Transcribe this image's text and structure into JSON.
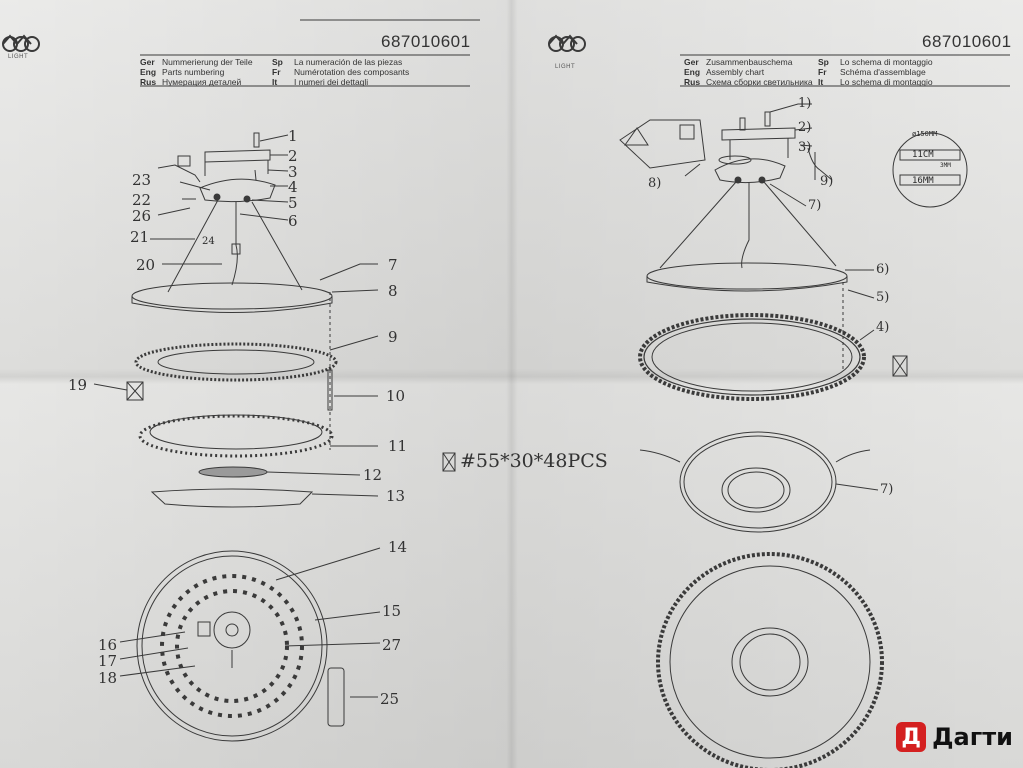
{
  "left_page": {
    "code": "687010601",
    "logo_sub": "LIGHT",
    "header": [
      {
        "lang": "Ger",
        "text": "Nummerierung der Teile"
      },
      {
        "lang": "Eng",
        "text": "Parts numbering"
      },
      {
        "lang": "Rus",
        "text": "Нумерация деталей"
      },
      {
        "lang": "Sp",
        "text": "La numeración de las piezas"
      },
      {
        "lang": "Fr",
        "text": "Numérotation des composants"
      },
      {
        "lang": "It",
        "text": "I numeri dei dettagli"
      }
    ],
    "labels": [
      "1",
      "2",
      "3",
      "4",
      "5",
      "6",
      "7",
      "8",
      "9",
      "10",
      "11",
      "12",
      "13",
      "14",
      "15",
      "16",
      "17",
      "18",
      "19",
      "20",
      "21",
      "22",
      "23",
      "24",
      "25",
      "26",
      "27"
    ]
  },
  "right_page": {
    "code": "687010601",
    "logo_sub": "LIGHT",
    "header": [
      {
        "lang": "Ger",
        "text": "Zusammenbauschema"
      },
      {
        "lang": "Eng",
        "text": "Assembly chart"
      },
      {
        "lang": "Rus",
        "text": "Схема сборки светильника"
      },
      {
        "lang": "Sp",
        "text": "Lo schema di montaggio"
      },
      {
        "lang": "Fr",
        "text": "Schéma d'assemblage"
      },
      {
        "lang": "It",
        "text": "Lo schema di montaggio"
      }
    ],
    "labels": [
      "1)",
      "2)",
      "3)",
      "9)",
      "8)",
      "7)",
      "6)",
      "5)",
      "4)",
      "7)"
    ],
    "detail": {
      "top": "ø150MM",
      "mid": "11CM",
      "bottom": "16MM",
      "side": "3MM"
    }
  },
  "crystal_note": "#55*30*48PCS",
  "watermark": {
    "badge": "Д",
    "text": "Дагти"
  }
}
